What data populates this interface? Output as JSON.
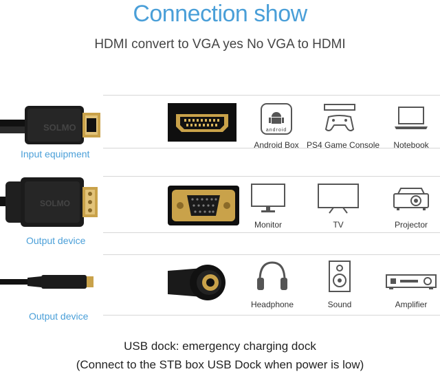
{
  "title": "Connection show",
  "subtitle": "HDMI convert to VGA yes No VGA to HDMI",
  "rows": [
    {
      "label": "Input equipment",
      "devices": [
        {
          "name": "Android Box",
          "icon": "android-box-icon",
          "badge": "android"
        },
        {
          "name": "PS4 Game Console",
          "icon": "game-console-icon"
        },
        {
          "name": "Notebook",
          "icon": "notebook-icon"
        }
      ]
    },
    {
      "label": "Output device",
      "devices": [
        {
          "name": "Monitor",
          "icon": "monitor-icon"
        },
        {
          "name": "TV",
          "icon": "tv-icon"
        },
        {
          "name": "Projector",
          "icon": "projector-icon"
        }
      ]
    },
    {
      "label": "Output device",
      "devices": [
        {
          "name": "Headphone",
          "icon": "headphone-icon"
        },
        {
          "name": "Sound",
          "icon": "speaker-icon"
        },
        {
          "name": "Amplifier",
          "icon": "amplifier-icon"
        }
      ]
    }
  ],
  "footer": {
    "line1": "USB dock: emergency charging dock",
    "line2": "(Connect to the STB box USB Dock when power is low)"
  },
  "colors": {
    "accent": "#4a9fd8",
    "gold": "#c9a24a",
    "cable": "#1a1a1a"
  }
}
